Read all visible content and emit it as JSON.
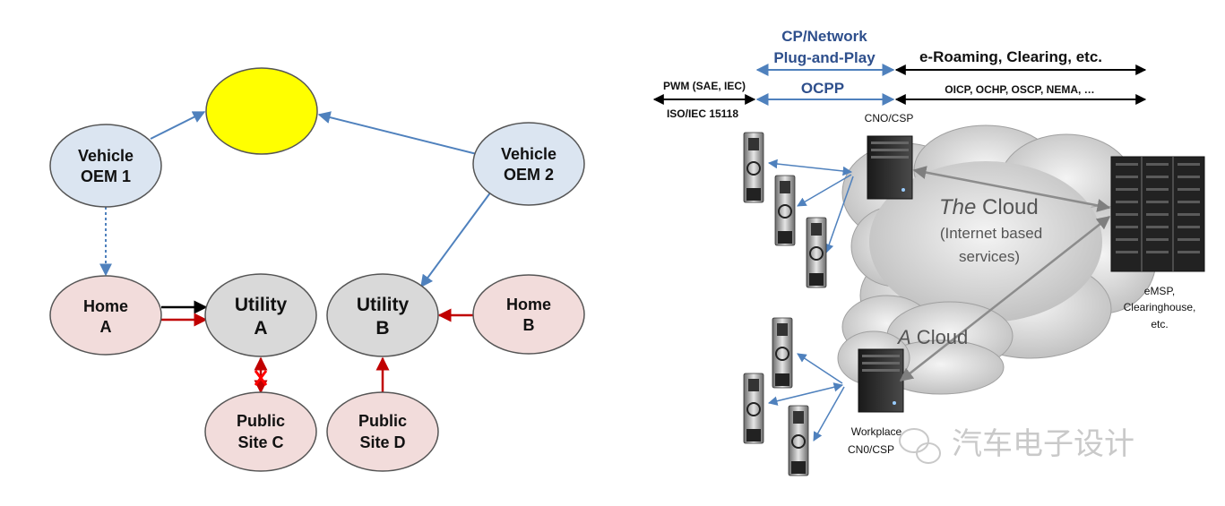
{
  "left": {
    "nodes": {
      "oem1": [
        "Vehicle",
        "OEM 1"
      ],
      "oem2": [
        "Vehicle",
        "OEM 2"
      ],
      "home_a": [
        "Home",
        "A"
      ],
      "home_b": [
        "Home",
        "B"
      ],
      "utility_a": [
        "Utility",
        "A"
      ],
      "utility_b": [
        "Utility",
        "B"
      ],
      "public_c": [
        "Public",
        "Site C"
      ],
      "public_d": [
        "Public",
        "Site D"
      ]
    },
    "colors": {
      "vehicle_fill": "#dbe5f1",
      "home_fill": "#f2dcdb",
      "utility_fill": "#d9d9d9",
      "hub_fill": "#ffff00",
      "blue_arrow": "#4f81bd",
      "red_arrow": "#c00000"
    }
  },
  "right": {
    "headers": {
      "cp_network": "CP/Network",
      "plug_and_play": "Plug-and-Play",
      "e_roaming": "e-Roaming, Clearing, etc.",
      "pwm": "PWM (SAE, IEC)",
      "ocpp": "OCPP",
      "protocols": "OICP, OCHP, OSCP, NEMA, …",
      "iso": "ISO/IEC 15118",
      "cno_csp": "CNO/CSP"
    },
    "cloud": {
      "the": "The",
      "cloud_word": " Cloud",
      "internet_line1": "(Internet based",
      "internet_line2": "services)",
      "a_cloud_a": "A",
      "a_cloud_word": " Cloud"
    },
    "workplace": [
      "Workplace",
      "CN0/CSP"
    ],
    "emsp": [
      "eMSP,",
      "Clearinghouse,",
      "etc."
    ],
    "watermark": "汽车电子设计"
  }
}
